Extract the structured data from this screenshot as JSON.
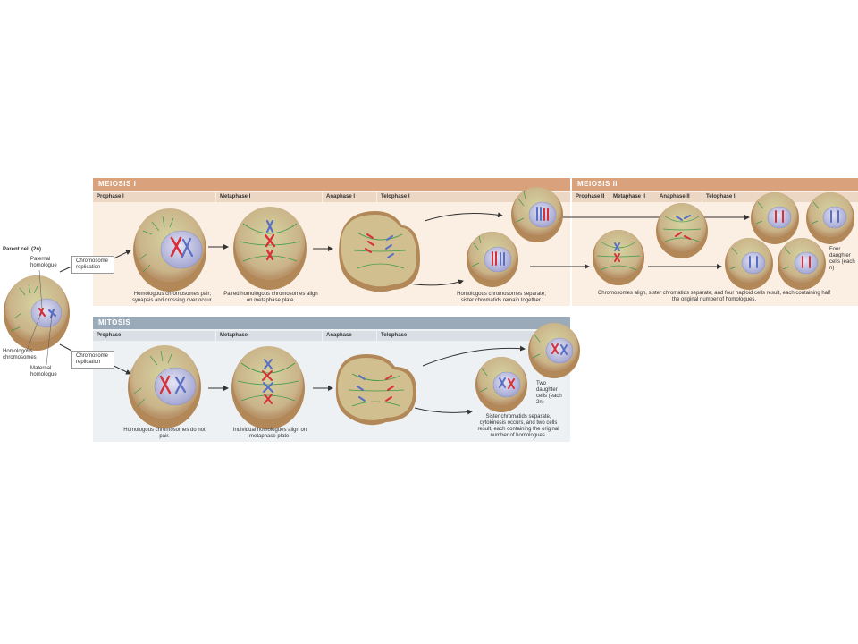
{
  "parent": {
    "title": "Parent cell (2n)",
    "paternal": "Paternal homologue",
    "homologous": "Homologous chromosomes",
    "maternal": "Maternal homologue"
  },
  "replication_label": "Chromosome replication",
  "meiosis1": {
    "title": "MEIOSIS I",
    "phases": [
      "Prophase I",
      "Metaphase I",
      "Anaphase I",
      "Telophase I"
    ],
    "captions": [
      "Homologous chromosomes pair; synapsis and crossing over occur.",
      "Paired homologous chromosomes align on metaphase plate.",
      "Homologous chromosomes separate; sister chromatids remain together."
    ]
  },
  "meiosis2": {
    "title": "MEIOSIS II",
    "phases": [
      "Prophase II",
      "Metaphase II",
      "Anaphase II",
      "Telophase II"
    ],
    "caption": "Chromosomes align, sister chromatids separate, and four haploid cells result, each containing half the original number of homologues.",
    "daughters": "Four daughter cells (each n)"
  },
  "mitosis": {
    "title": "MITOSIS",
    "phases": [
      "Prophase",
      "Metaphase",
      "Anaphase",
      "Telophase"
    ],
    "captions": [
      "Homologous chromosomes do not pair.",
      "Individual homologues align on metaphase plate.",
      "Sister chromatids separate, cytokinesis occurs, and two cells result, each containing the original number of homologues."
    ],
    "daughters": "Two daughter cells (each 2n)"
  },
  "colors": {
    "meiosis_header": "#d9a27c",
    "meiosis_bg": "#fbeee2",
    "mitosis_header": "#9aaab8",
    "mitosis_bg": "#eef1f4",
    "paternal": "#d8303a",
    "maternal": "#5a6fc4",
    "spindle": "#3d9a4a"
  }
}
